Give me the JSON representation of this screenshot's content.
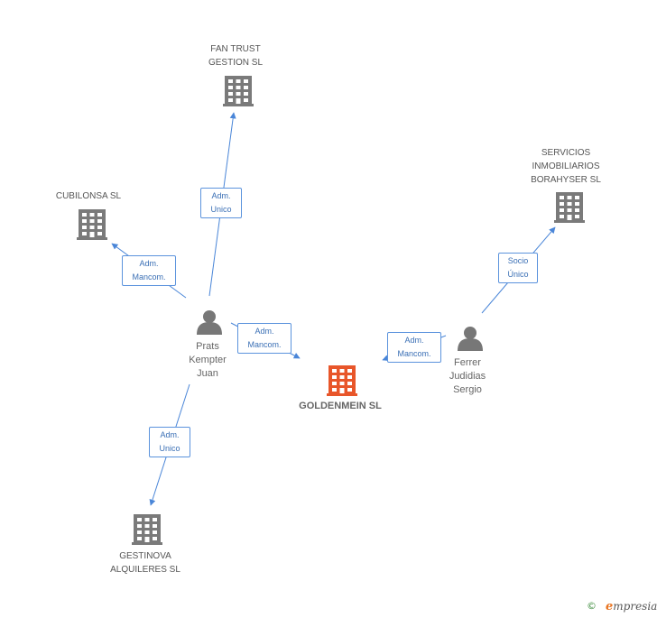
{
  "nodes": {
    "fan_trust": [
      "FAN TRUST",
      "GESTION SL"
    ],
    "cubilonsa": [
      "CUBILONSA SL"
    ],
    "servicios": [
      "SERVICIOS",
      "INMOBILIARIOS",
      "BORAHYSER SL"
    ],
    "goldenmein": [
      "GOLDENMEIN SL"
    ],
    "gestinova": [
      "GESTINOVA",
      "ALQUILERES SL"
    ],
    "prats": [
      "Prats",
      "Kempter",
      "Juan"
    ],
    "ferrer": [
      "Ferrer",
      "Judidias",
      "Sergio"
    ]
  },
  "edges": {
    "prats_fan_trust": [
      "Adm.",
      "Unico"
    ],
    "prats_cubilonsa": [
      "Adm.",
      "Mancom."
    ],
    "prats_goldenmein": [
      "Adm.",
      "Mancom."
    ],
    "prats_gestinova": [
      "Adm.",
      "Unico"
    ],
    "ferrer_goldenmein": [
      "Adm.",
      "Mancom."
    ],
    "ferrer_servicios": [
      "Socio",
      "Único"
    ]
  },
  "colors": {
    "edge": "#4a86d8",
    "company": "#7a7a7a",
    "main_company": "#e8562a",
    "person": "#777777"
  },
  "icons": {
    "company": "building-icon",
    "person": "person-icon"
  },
  "footer": {
    "copyright_symbol": "©",
    "brand_initial": "e",
    "brand_rest": "mpresia"
  }
}
